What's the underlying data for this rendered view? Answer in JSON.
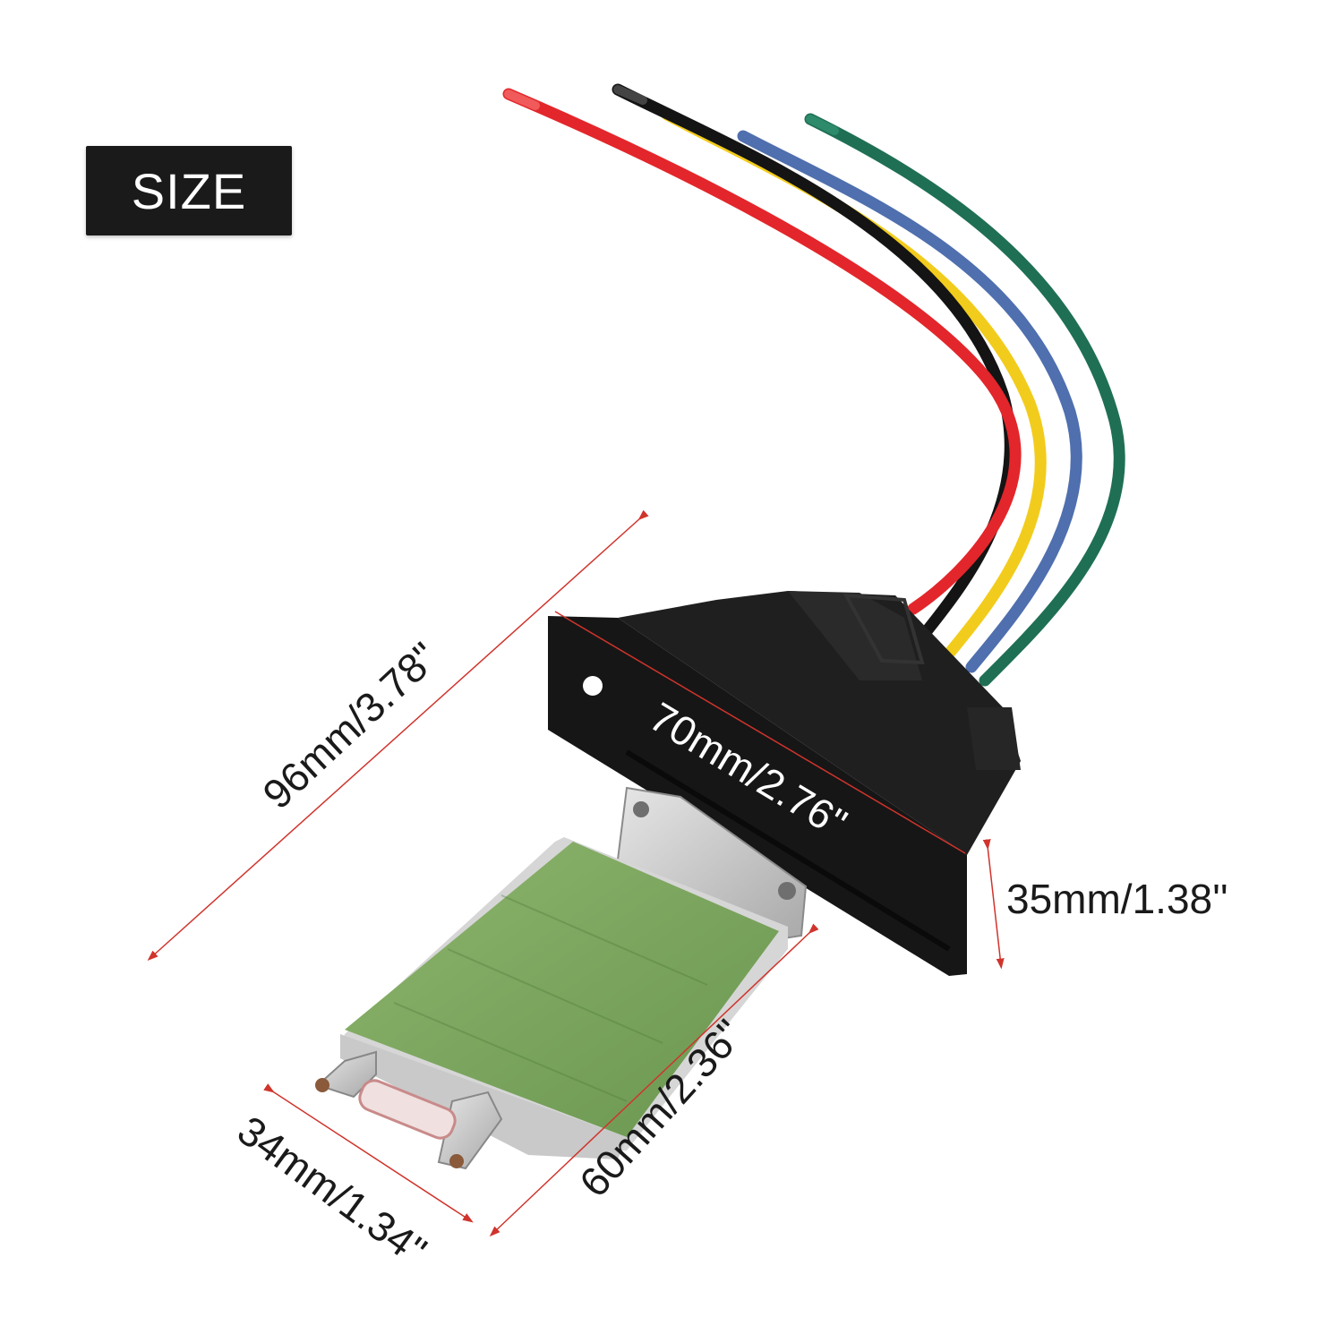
{
  "badge": {
    "label": "SIZE"
  },
  "dimensions": {
    "overall_length": "96mm/3.78\"",
    "connector_width": "70mm/2.76\"",
    "connector_height": "35mm/1.38''",
    "board_length": "60mm/2.36\"",
    "board_width": "34mm/1.34\""
  },
  "colors": {
    "dimension_line": "#d0342c",
    "wire_red": "#e3262b",
    "wire_black": "#141414",
    "wire_yellow": "#f2cc1c",
    "wire_blue": "#4f6fae",
    "wire_green": "#1f6f55",
    "connector": "#161616",
    "resistor_board": "#7aa85c",
    "metal_tab": "#c9c9c9"
  },
  "product": {
    "parts": [
      "wire-harness-icon",
      "connector-plug-icon",
      "resistor-board-icon",
      "thermal-fuse-icon"
    ]
  }
}
